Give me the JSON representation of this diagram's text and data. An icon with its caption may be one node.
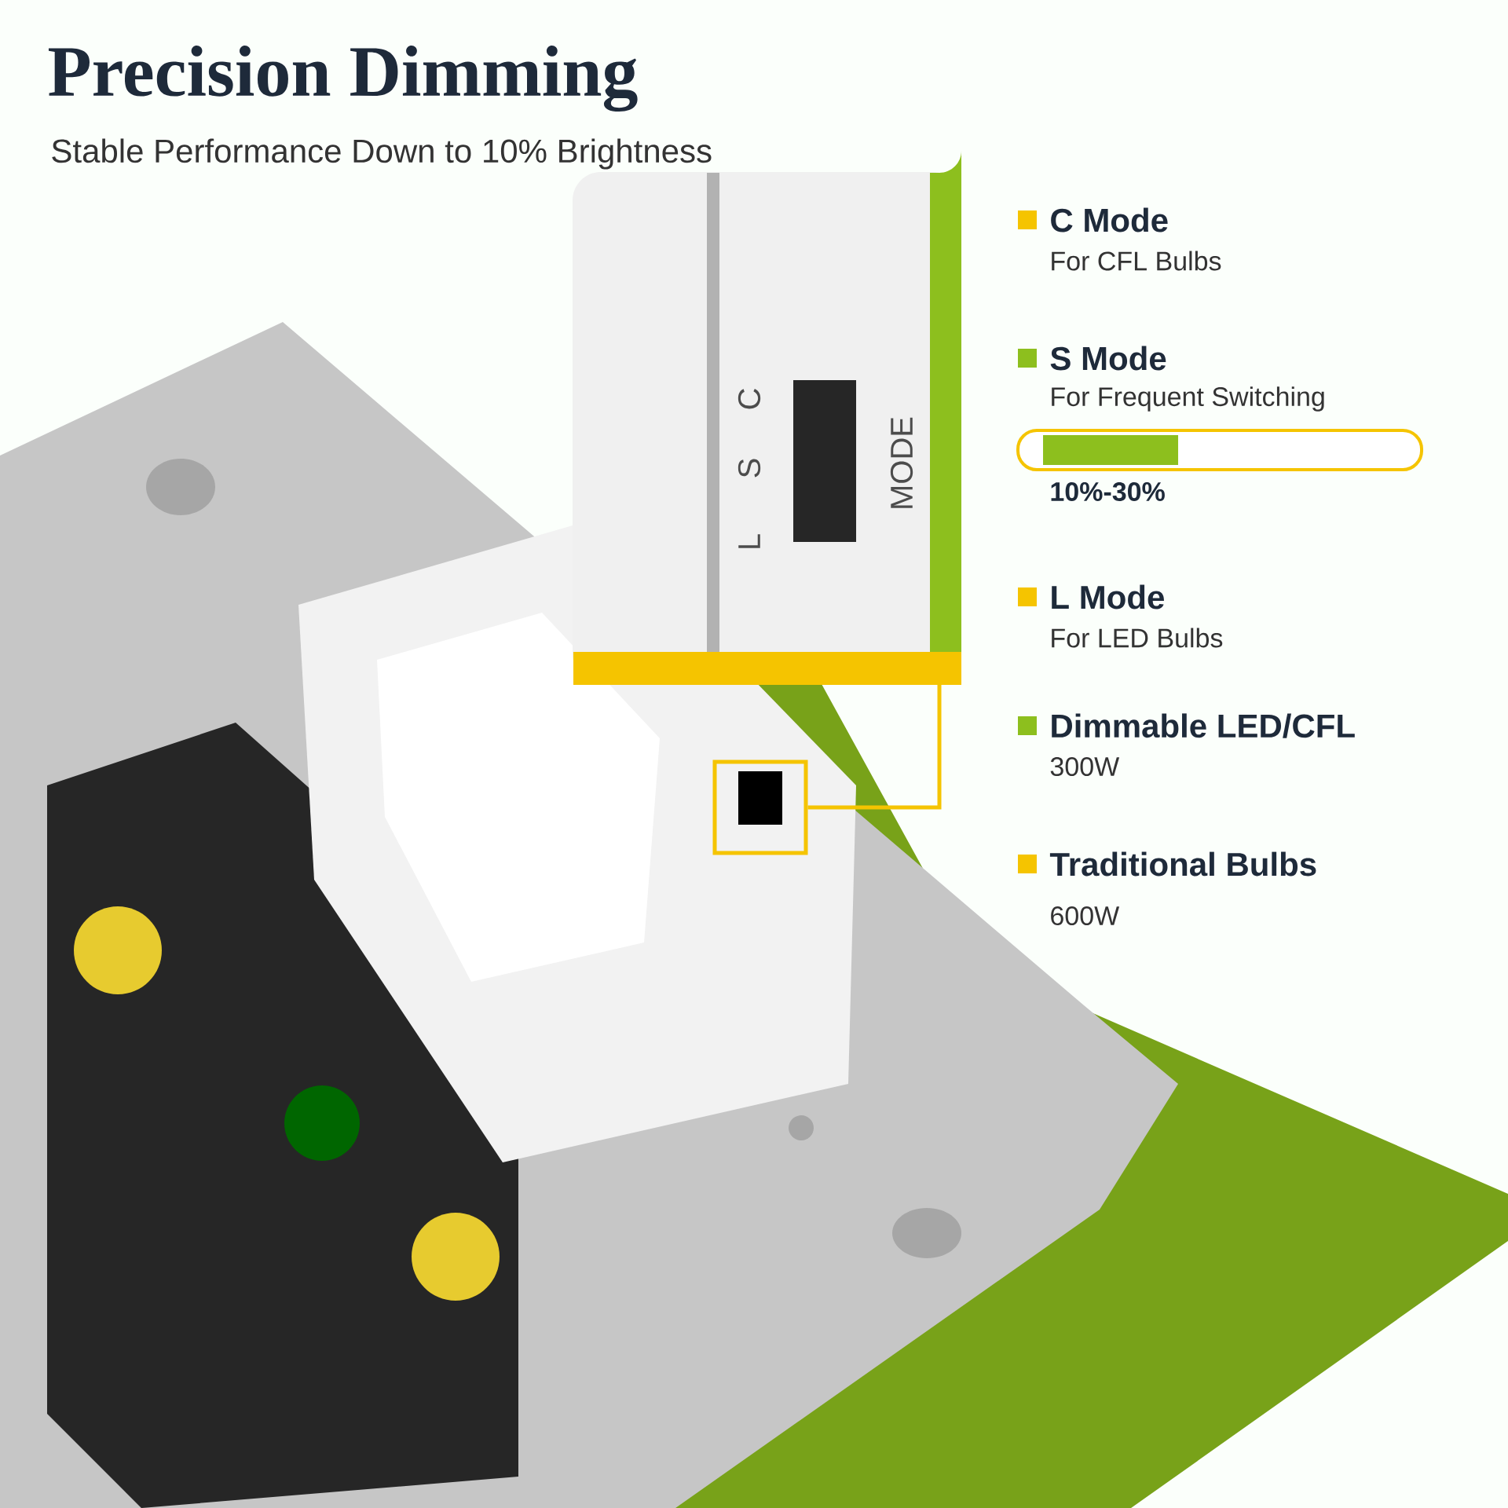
{
  "diagram": {
    "title": "Precision Dimming",
    "nodes": [
      {
        "text": [],
        "shape": "picture"
      },
      {
        "text": [],
        "shape": "box"
      }
    ],
    "edges": [
      {
        "from": 0,
        "to": 1,
        "arrow": "none",
        "color": "#f5c400"
      }
    ],
    "labels": [
      "Stable Performance Down to 10% Brightness",
      "For CFL Bulbs",
      "For Frequent Switching",
      "10%-30%",
      "For LED Bulbs",
      "300W",
      "600W",
      "L",
      "S",
      "C",
      "MODE"
    ],
    "legend": [
      {
        "text": "C Mode",
        "color": "#f5c400"
      },
      {
        "text": "S Mode",
        "color": "#8dbf1e"
      },
      {
        "text": "L Mode",
        "color": "#f5c400"
      },
      {
        "text": "Dimmable LED/CFL",
        "color": "#8dbf1e"
      },
      {
        "text": "Traditional Bulbs",
        "color": "#f5c400"
      }
    ]
  }
}
